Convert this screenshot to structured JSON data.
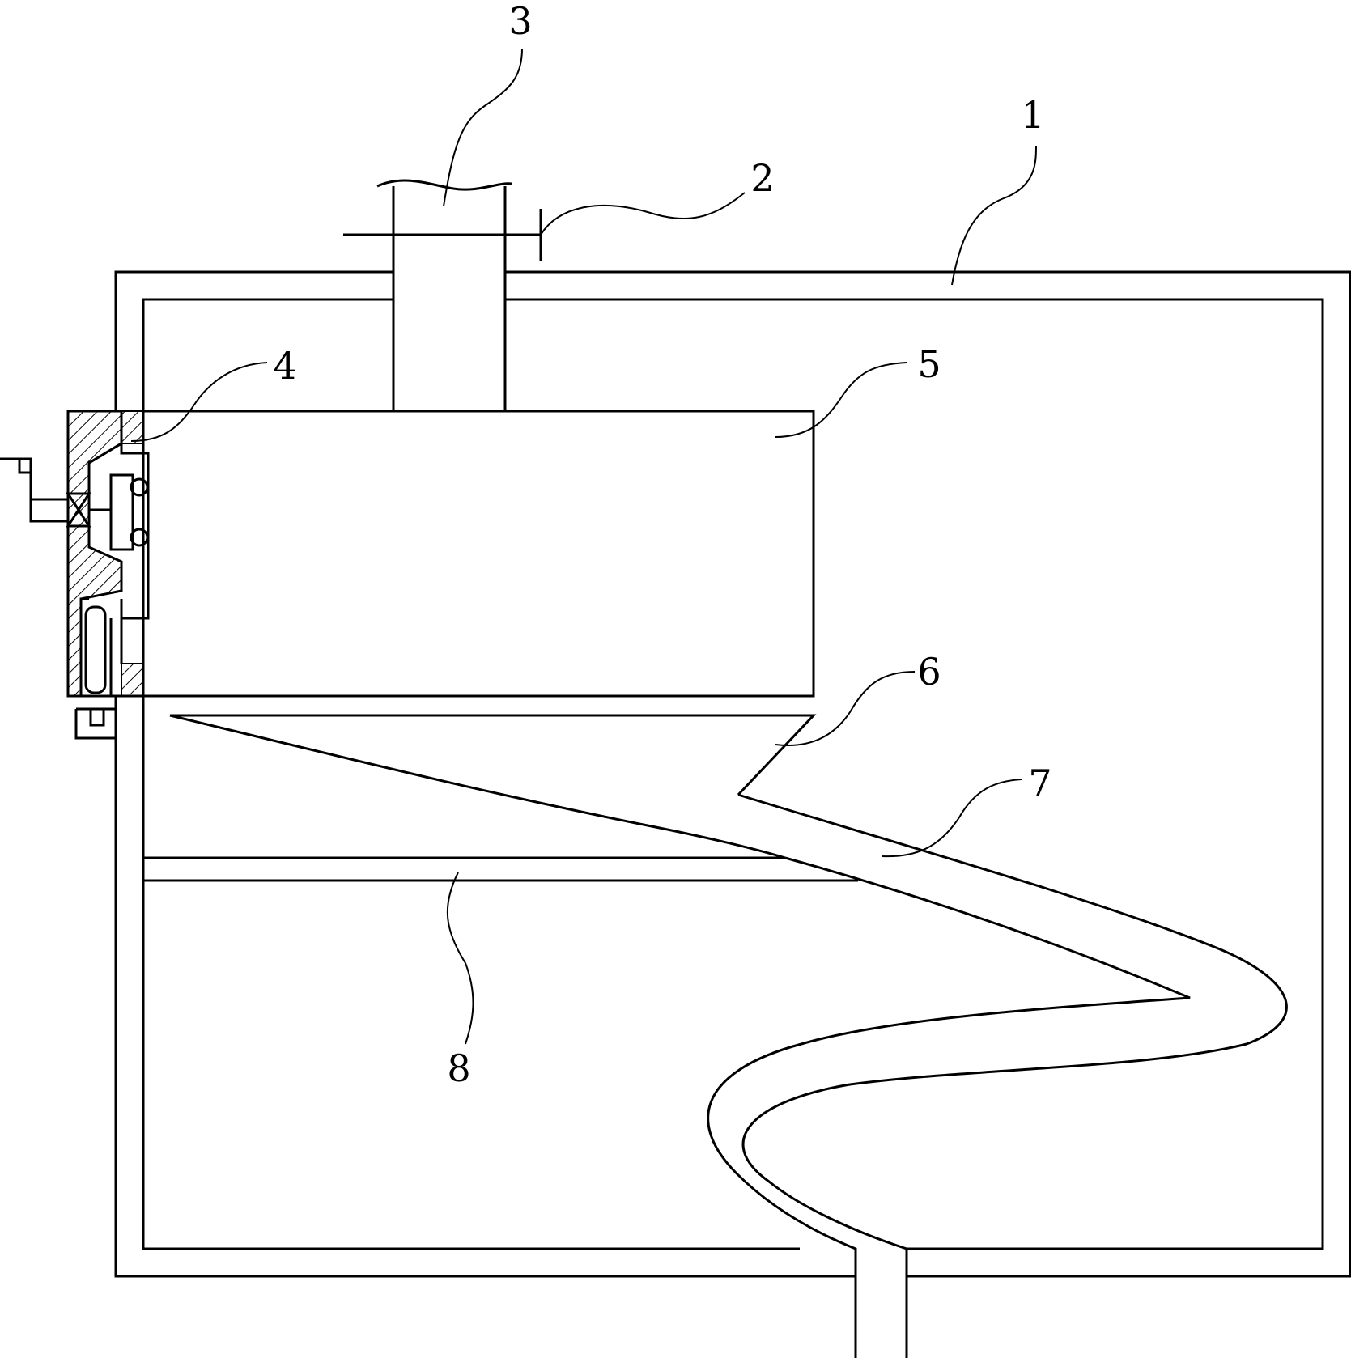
{
  "labels": {
    "n1": "1",
    "n2": "2",
    "n3": "3",
    "n4": "4",
    "n5": "5",
    "n6": "6",
    "n7": "7",
    "n8": "8"
  },
  "colors": {
    "line": "#000000",
    "background": "#ffffff"
  }
}
